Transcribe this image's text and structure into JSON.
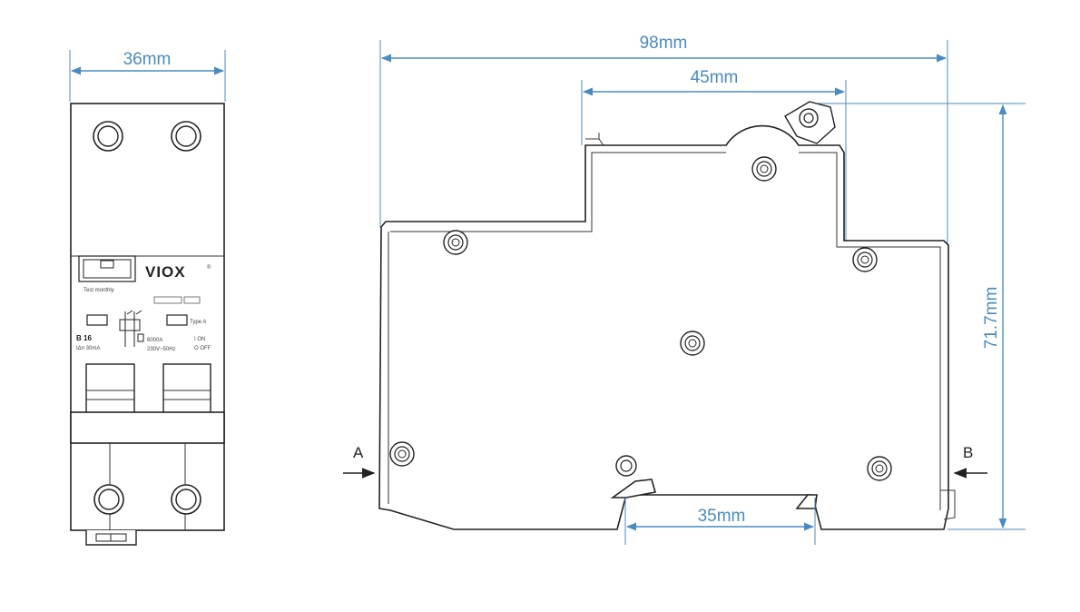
{
  "dimensions": {
    "front_width": "36mm",
    "side_length": "98mm",
    "top_section": "45mm",
    "height": "71.7mm",
    "rail": "35mm"
  },
  "front_panel": {
    "brand": "VIOX",
    "brand_mark": "®",
    "test_label": "Test monthly",
    "rating": "B 16",
    "sensitivity": "IΔn 30mA",
    "type_label": "Type A",
    "capacity": "6000A",
    "voltage": "230V~50Hz",
    "on_label": "I ON",
    "off_label": "O OFF"
  },
  "side_view": {
    "label_a": "A",
    "label_b": "B"
  },
  "colors": {
    "dimension": "#4a8bbf",
    "outline": "#222222"
  }
}
